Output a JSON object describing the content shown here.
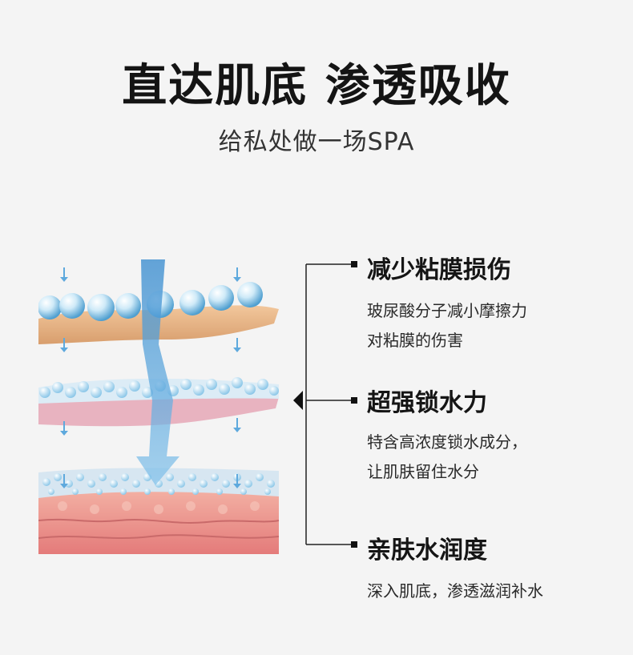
{
  "header": {
    "title": "直达肌底 渗透吸收",
    "subtitle": "给私处做一场SPA"
  },
  "features": [
    {
      "title": "减少粘膜损伤",
      "lines": [
        "玻尿酸分子减小摩擦力",
        "对粘膜的伤害"
      ]
    },
    {
      "title": "超强锁水力",
      "lines": [
        "特含高浓度锁水成分，",
        "让肌肤留住水分"
      ]
    },
    {
      "title": "亲肤水润度",
      "lines": [
        "深入肌底，渗透滋润补水"
      ]
    }
  ],
  "colors": {
    "background": "#f4f4f4",
    "arrow": "#5ea9dd",
    "skin_layer_1": "#e7b283",
    "skin_layer_2": "#e3a8b6",
    "skin_layer_3": "#e98c8a",
    "droplet": "#b6dff2"
  }
}
